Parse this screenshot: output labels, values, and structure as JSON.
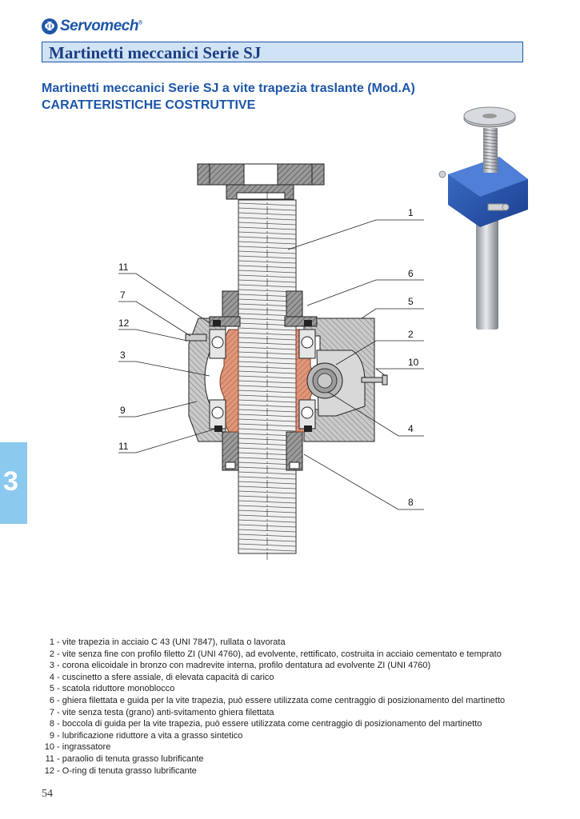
{
  "header": {
    "logo_mark": "Φ",
    "logo_text": "Servomech",
    "logo_reg": "®",
    "title": "Martinetti meccanici Serie SJ"
  },
  "subtitle": {
    "line1": "Martinetti meccanici Serie SJ a vite trapezia traslante (Mod.A)",
    "line2": "CARATTERISTICHE COSTRUTTIVE"
  },
  "side_tab": {
    "label": "3"
  },
  "callouts": {
    "c1": "1",
    "c6": "6",
    "c5": "5",
    "c2": "2",
    "c10": "10",
    "c4": "4",
    "c8": "8",
    "c11a": "11",
    "c7": "7",
    "c12": "12",
    "c3": "3",
    "c9": "9",
    "c11b": "11"
  },
  "legend": [
    {
      "num": "1",
      "text": "vite trapezia in acciaio C 43 (UNI 7847), rullata o lavorata"
    },
    {
      "num": "2",
      "text": "vite senza fine con profilo filetto ZI (UNI 4760), ad evolvente, rettificato, costruita in acciaio cementato e temprato"
    },
    {
      "num": "3",
      "text": "corona elicoidale in bronzo con madrevite interna, profilo dentatura ad evolvente ZI (UNI 4760)"
    },
    {
      "num": "4",
      "text": "cuscinetto a sfere assiale, di elevata capacità di carico"
    },
    {
      "num": "5",
      "text": "scatola riduttore monoblocco"
    },
    {
      "num": "6",
      "text": "ghiera filettata e guida per la vite trapezia, può essere utilizzata come centraggio di posizionamento del martinetto"
    },
    {
      "num": "7",
      "text": "vite senza testa (grano) anti-svitamento ghiera filettata"
    },
    {
      "num": "8",
      "text": "boccola di guida per la vite trapezia, può essere utilizzata come centraggio di posizionamento del martinetto"
    },
    {
      "num": "9",
      "text": "lubrificazione riduttore a vita a grasso sintetico"
    },
    {
      "num": "10",
      "text": "ingrassatore"
    },
    {
      "num": "11",
      "text": "paraolio di tenuta grasso lubrificante"
    },
    {
      "num": "12",
      "text": "O-ring di tenuta grasso lubrificante"
    }
  ],
  "footer": {
    "page_number": "54"
  },
  "colors": {
    "brand_blue": "#1d56a8",
    "title_fill": "#cfe3f4",
    "side_tab": "#8cc9ee",
    "bronze": "#e0967a"
  }
}
